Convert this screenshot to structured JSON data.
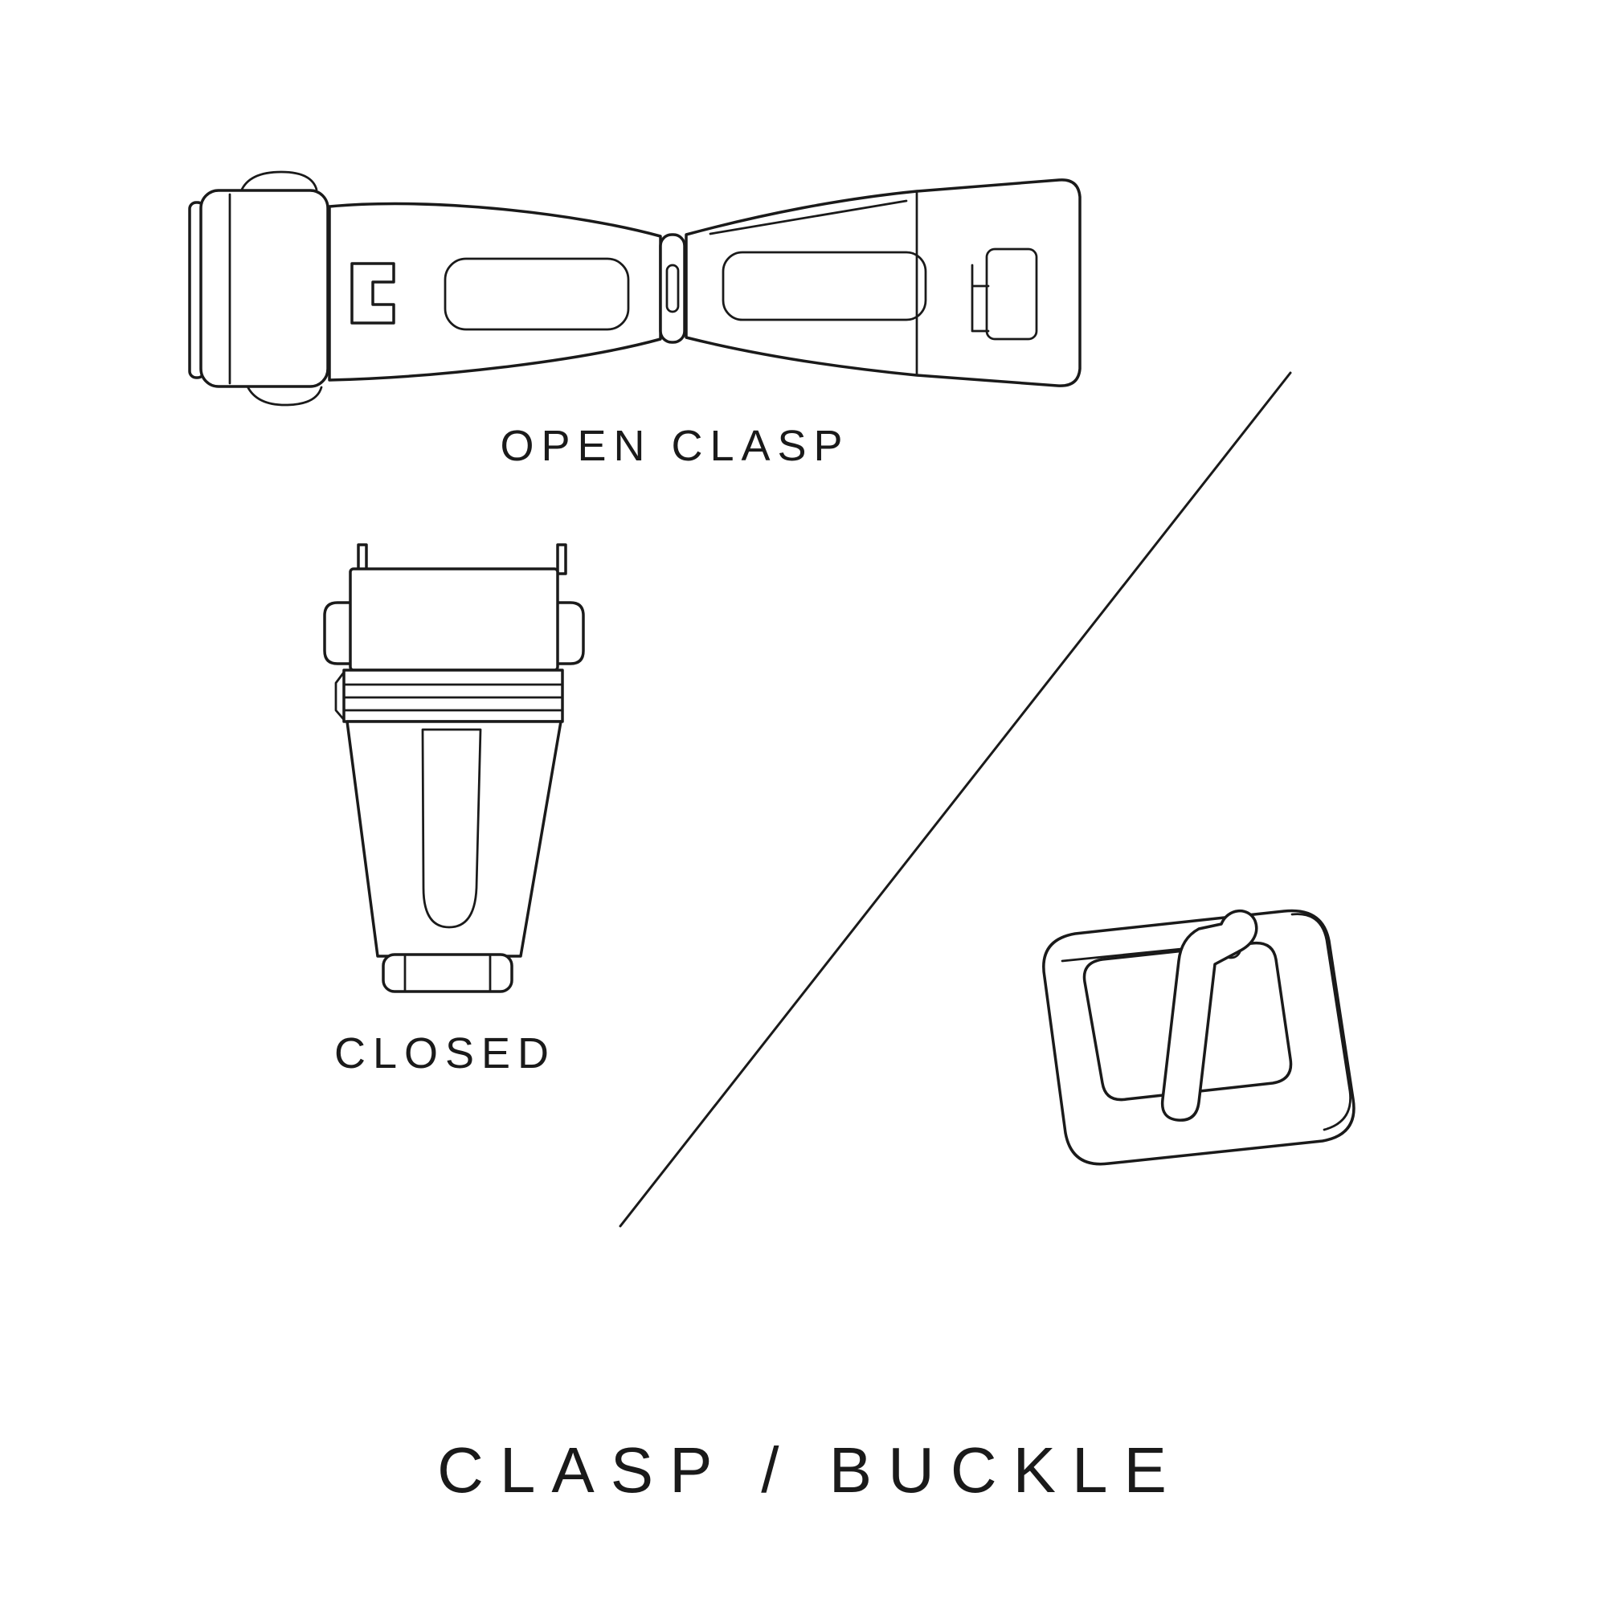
{
  "page": {
    "background_color": "#ffffff",
    "line_color": "#1a1a1a"
  },
  "diagram": {
    "title": "CLASP / BUCKLE",
    "labels": {
      "open_clasp": "OPEN CLASP",
      "closed": "CLOSED"
    },
    "illustrations": [
      {
        "name": "open-clasp-illustration",
        "meaning": "deployant watch clasp shown open"
      },
      {
        "name": "closed-clasp-illustration",
        "meaning": "watch clasp shown closed"
      },
      {
        "name": "buckle-illustration",
        "meaning": "tang buckle"
      },
      {
        "name": "diagonal-divider",
        "meaning": "separator between clasp and buckle examples"
      }
    ]
  }
}
